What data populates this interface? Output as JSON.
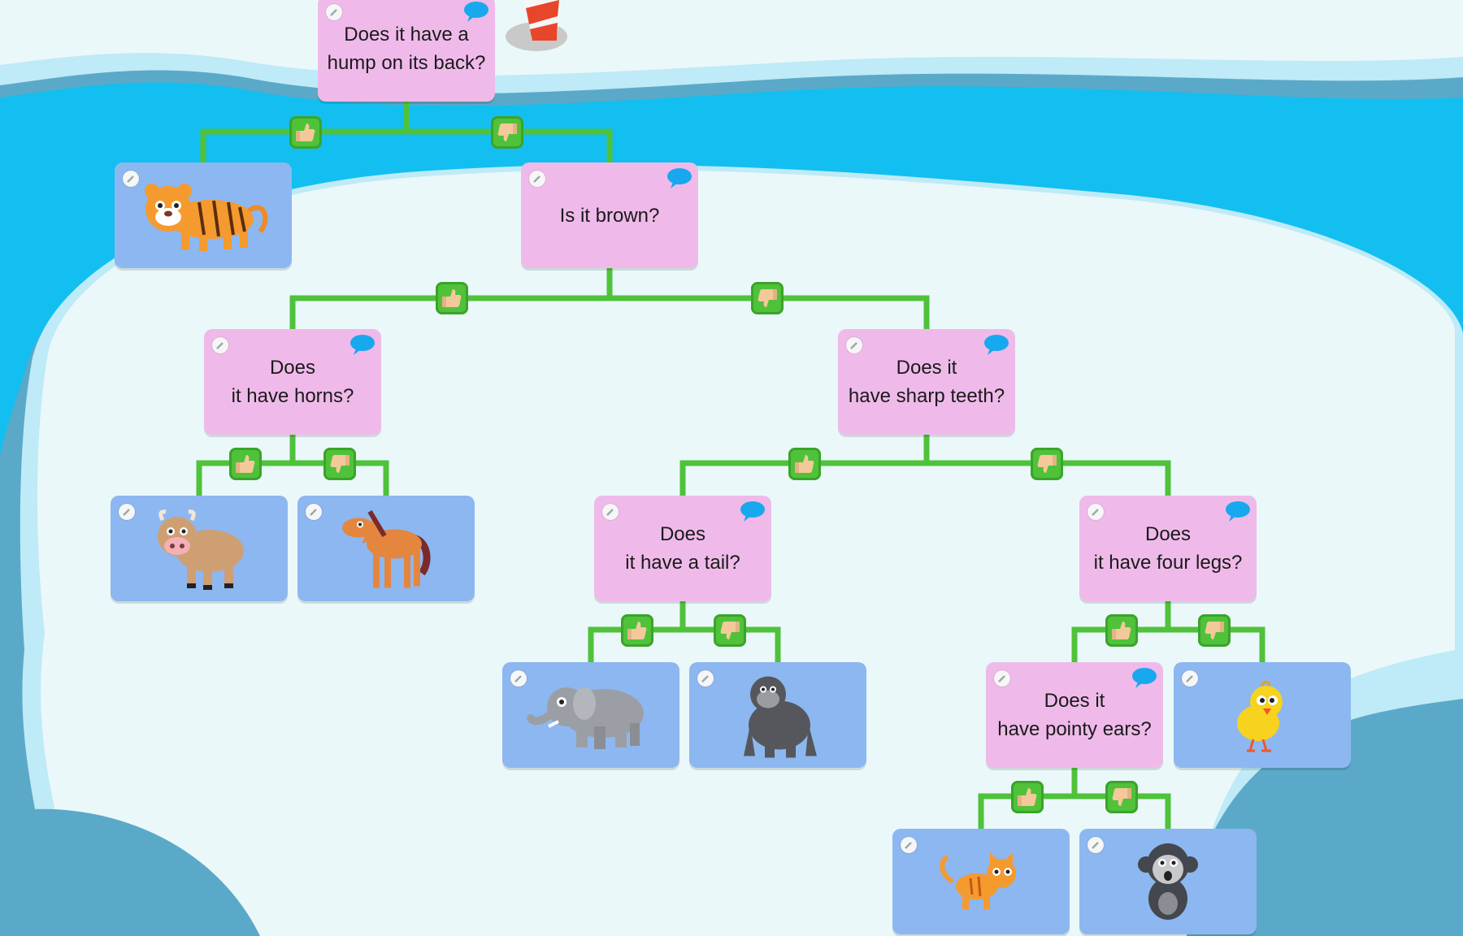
{
  "game": {
    "colors": {
      "ocean": "#12bff0",
      "ice": "#eaf8fa",
      "question_card": "#efbaea",
      "animal_card": "#8db7f0",
      "connector": "#4fc23a",
      "speech": "#18a8ee"
    },
    "tree": {
      "q_hump": {
        "text": "Does it have a\nhump on its back?"
      },
      "q_brown": {
        "text": "Is it brown?"
      },
      "q_horns": {
        "text": "Does\nit have horns?"
      },
      "q_teeth": {
        "text": "Does it\nhave sharp teeth?"
      },
      "q_tail": {
        "text": "Does\nit have a tail?"
      },
      "q_legs": {
        "text": "Does\nit have four legs?"
      },
      "q_ears": {
        "text": "Does it\nhave pointy ears?"
      },
      "animals": {
        "a_tiger": {
          "icon": "tiger-icon"
        },
        "a_cow": {
          "icon": "cow-icon"
        },
        "a_horse": {
          "icon": "horse-icon"
        },
        "a_elephant": {
          "icon": "elephant-icon"
        },
        "a_gorilla": {
          "icon": "gorilla-icon"
        },
        "a_chick": {
          "icon": "chick-icon"
        },
        "a_cat": {
          "icon": "cat-icon"
        },
        "a_monkey": {
          "icon": "monkey-icon"
        }
      }
    },
    "answer_icons": {
      "yes": "thumbs-up-icon",
      "no": "thumbs-down-icon"
    }
  }
}
